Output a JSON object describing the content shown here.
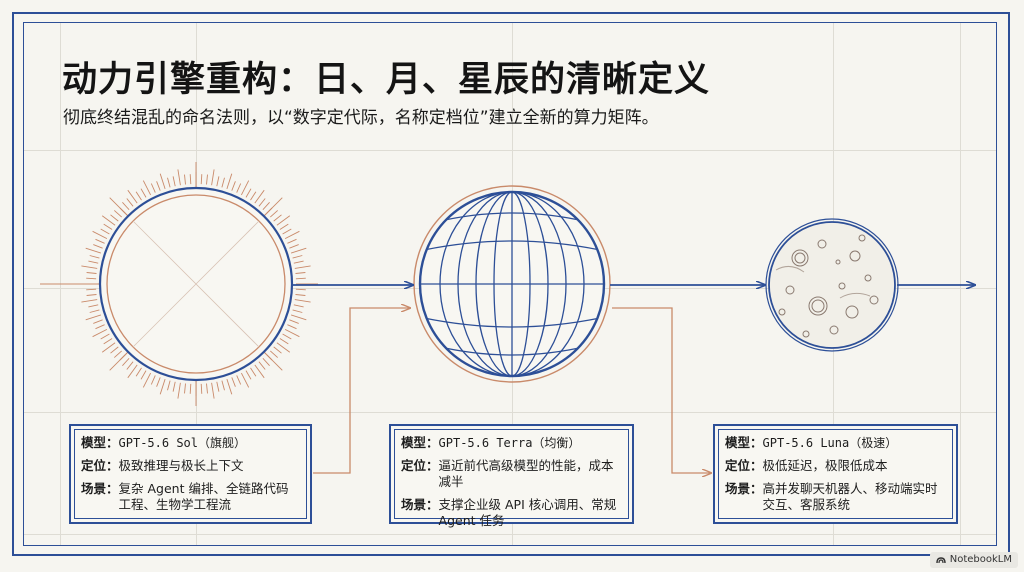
{
  "header": {
    "title": "动力引擎重构：日、月、星辰的清晰定义",
    "subtitle": "彻底终结混乱的命名法则，以“数字定代际，名称定档位”建立全新的算力矩阵。"
  },
  "nodes": [
    {
      "icon": "sun-icon"
    },
    {
      "icon": "globe-icon"
    },
    {
      "icon": "moon-icon"
    }
  ],
  "cards": [
    {
      "model_label": "模型：",
      "model_value": "GPT-5.6 Sol（旗舰）",
      "position_label": "定位：",
      "position_value": "极致推理与极长上下文",
      "scenario_label": "场景：",
      "scenario_value": "复杂 Agent 编排、全链路代码工程、生物学工程流"
    },
    {
      "model_label": "模型：",
      "model_value": "GPT-5.6 Terra（均衡）",
      "position_label": "定位：",
      "position_value": "逼近前代高级模型的性能，成本减半",
      "scenario_label": "场景：",
      "scenario_value": "支撑企业级 API 核心调用、常规 Agent 任务"
    },
    {
      "model_label": "模型：",
      "model_value": "GPT-5.6 Luna（极速）",
      "position_label": "定位：",
      "position_value": "极低延迟，极限低成本",
      "scenario_label": "场景：",
      "scenario_value": "高并发聊天机器人、移动端实时交互、客服系统"
    }
  ],
  "colors": {
    "blue": "#2d4f97",
    "copper": "#c98a6a",
    "grid": "#dedcd4",
    "background": "#f6f5f0"
  },
  "watermark": {
    "label": "NotebookLM",
    "icon": "notebooklm-icon"
  }
}
